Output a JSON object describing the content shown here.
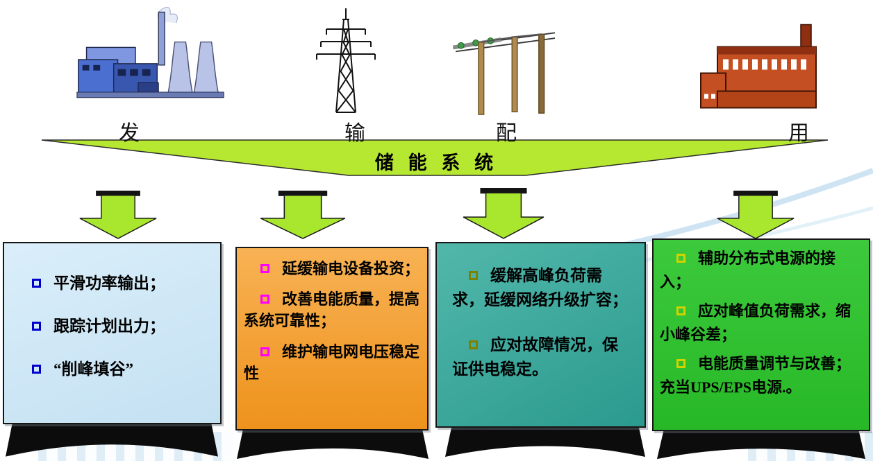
{
  "colors": {
    "banner_green": "#b6e832",
    "arrow_green": "#a9e62e",
    "box1_bg": "#cde7f5",
    "box1_bullet": "#0000cc",
    "box2_bg_top": "#f8b254",
    "box2_bg_bottom": "#ee921c",
    "box2_bullet": "#ff00ff",
    "box3_bg_top": "#52b7ab",
    "box3_bg_bottom": "#2b9a8e",
    "box3_bullet": "#7f7f00",
    "box4_bg_top": "#3cca3c",
    "box4_bg_bottom": "#27b827",
    "box4_bullet": "#d2d200",
    "pedestal_black": "#0c0c0c"
  },
  "stages": [
    {
      "label": "发",
      "icon": "power-plant-icon"
    },
    {
      "label": "输",
      "icon": "transmission-tower-icon"
    },
    {
      "label": "配",
      "icon": "distribution-lines-icon"
    },
    {
      "label": "用",
      "icon": "factory-icon"
    }
  ],
  "banner": {
    "title": "储 能 系 统"
  },
  "boxes": [
    {
      "name": "generation-functions",
      "items": [
        "平滑功率输出；",
        "跟踪计划出力；",
        "“削峰填谷”"
      ]
    },
    {
      "name": "transmission-functions",
      "items": [
        "延缓输电设备投资；",
        "改善电能质量，提高系统可靠性；",
        "维护输电网电压稳定性"
      ]
    },
    {
      "name": "distribution-functions",
      "items": [
        "缓解高峰负荷需求，延缓网络升级扩容；",
        "应对故障情况，保证供电稳定。"
      ]
    },
    {
      "name": "consumption-functions",
      "items": [
        "辅助分布式电源的接入；",
        "应对峰值负荷需求，缩小峰谷差；",
        "电能质量调节与改善；充当UPS/EPS电源.。"
      ]
    }
  ]
}
